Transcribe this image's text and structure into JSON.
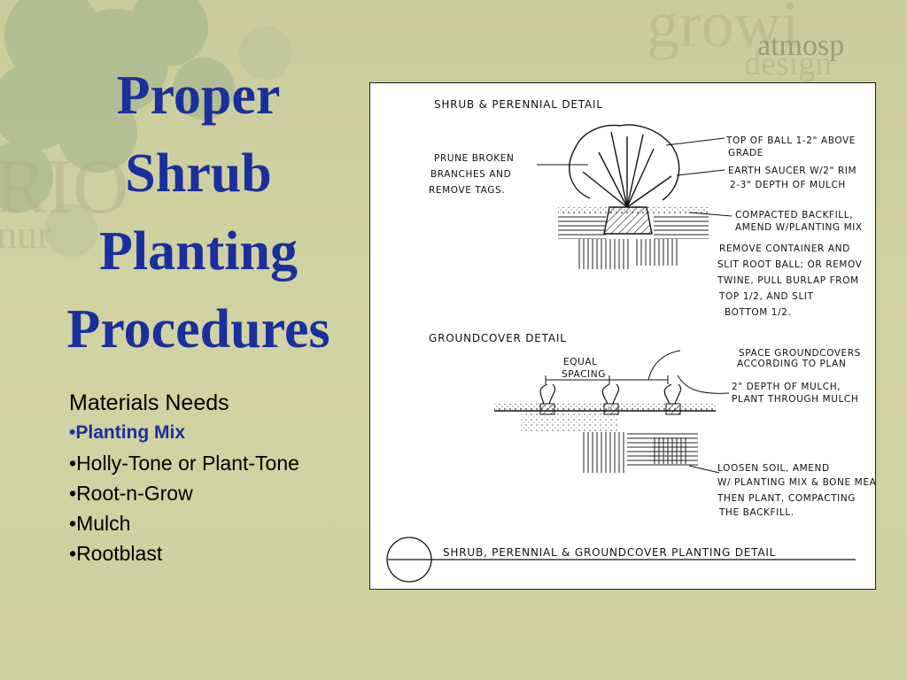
{
  "slide": {
    "title_lines": [
      "Proper",
      "Shrub",
      "Planting",
      "Procedures"
    ],
    "materials": {
      "heading": "Materials Needs",
      "items": [
        {
          "text": "Planting Mix",
          "highlight": true
        },
        {
          "text": "Holly-Tone or Plant-Tone",
          "highlight": false
        },
        {
          "text": "Root-n-Grow",
          "highlight": false
        },
        {
          "text": "Mulch",
          "highlight": false
        },
        {
          "text": "Rootblast",
          "highlight": false
        }
      ]
    },
    "watermark": {
      "word1": "growi",
      "word2": "design",
      "word3": "atmosp"
    },
    "colors": {
      "title": "#1a2f9e",
      "background": "#cfd0a0"
    }
  },
  "drawing": {
    "shrub_title": "SHRUB & PERENNIAL DETAIL",
    "prune_note": [
      "PRUNE BROKEN",
      "BRANCHES AND",
      "REMOVE TAGS."
    ],
    "top_ball_note": [
      "TOP OF BALL 1-2\" ABOVE",
      "GRADE"
    ],
    "saucer_note": [
      "EARTH SAUCER W/2\" RIM",
      "2-3\" DEPTH OF MULCH"
    ],
    "backfill_note": [
      "COMPACTED BACKFILL,",
      "AMEND W/PLANTING MIX"
    ],
    "container_note": [
      "REMOVE CONTAINER AND",
      "SLIT ROOT BALL; OR REMOV",
      "TWINE, PULL BURLAP FROM",
      "TOP 1/2, AND SLIT",
      "BOTTOM 1/2."
    ],
    "groundcover_title": "GROUNDCOVER DETAIL",
    "spacing_note": [
      "EQUAL",
      "SPACING"
    ],
    "space_note": [
      "SPACE GROUNDCOVERS",
      "ACCORDING TO PLAN"
    ],
    "mulch_note": [
      "2\" DEPTH OF MULCH,",
      "PLANT THROUGH MULCH"
    ],
    "loosen_note": [
      "LOOSEN SOIL, AMEND",
      "W/ PLANTING MIX & BONE MEA",
      "THEN PLANT, COMPACTING",
      "THE BACKFILL."
    ],
    "footer_title": "SHRUB, PERENNIAL & GROUNDCOVER PLANTING DETAIL"
  }
}
